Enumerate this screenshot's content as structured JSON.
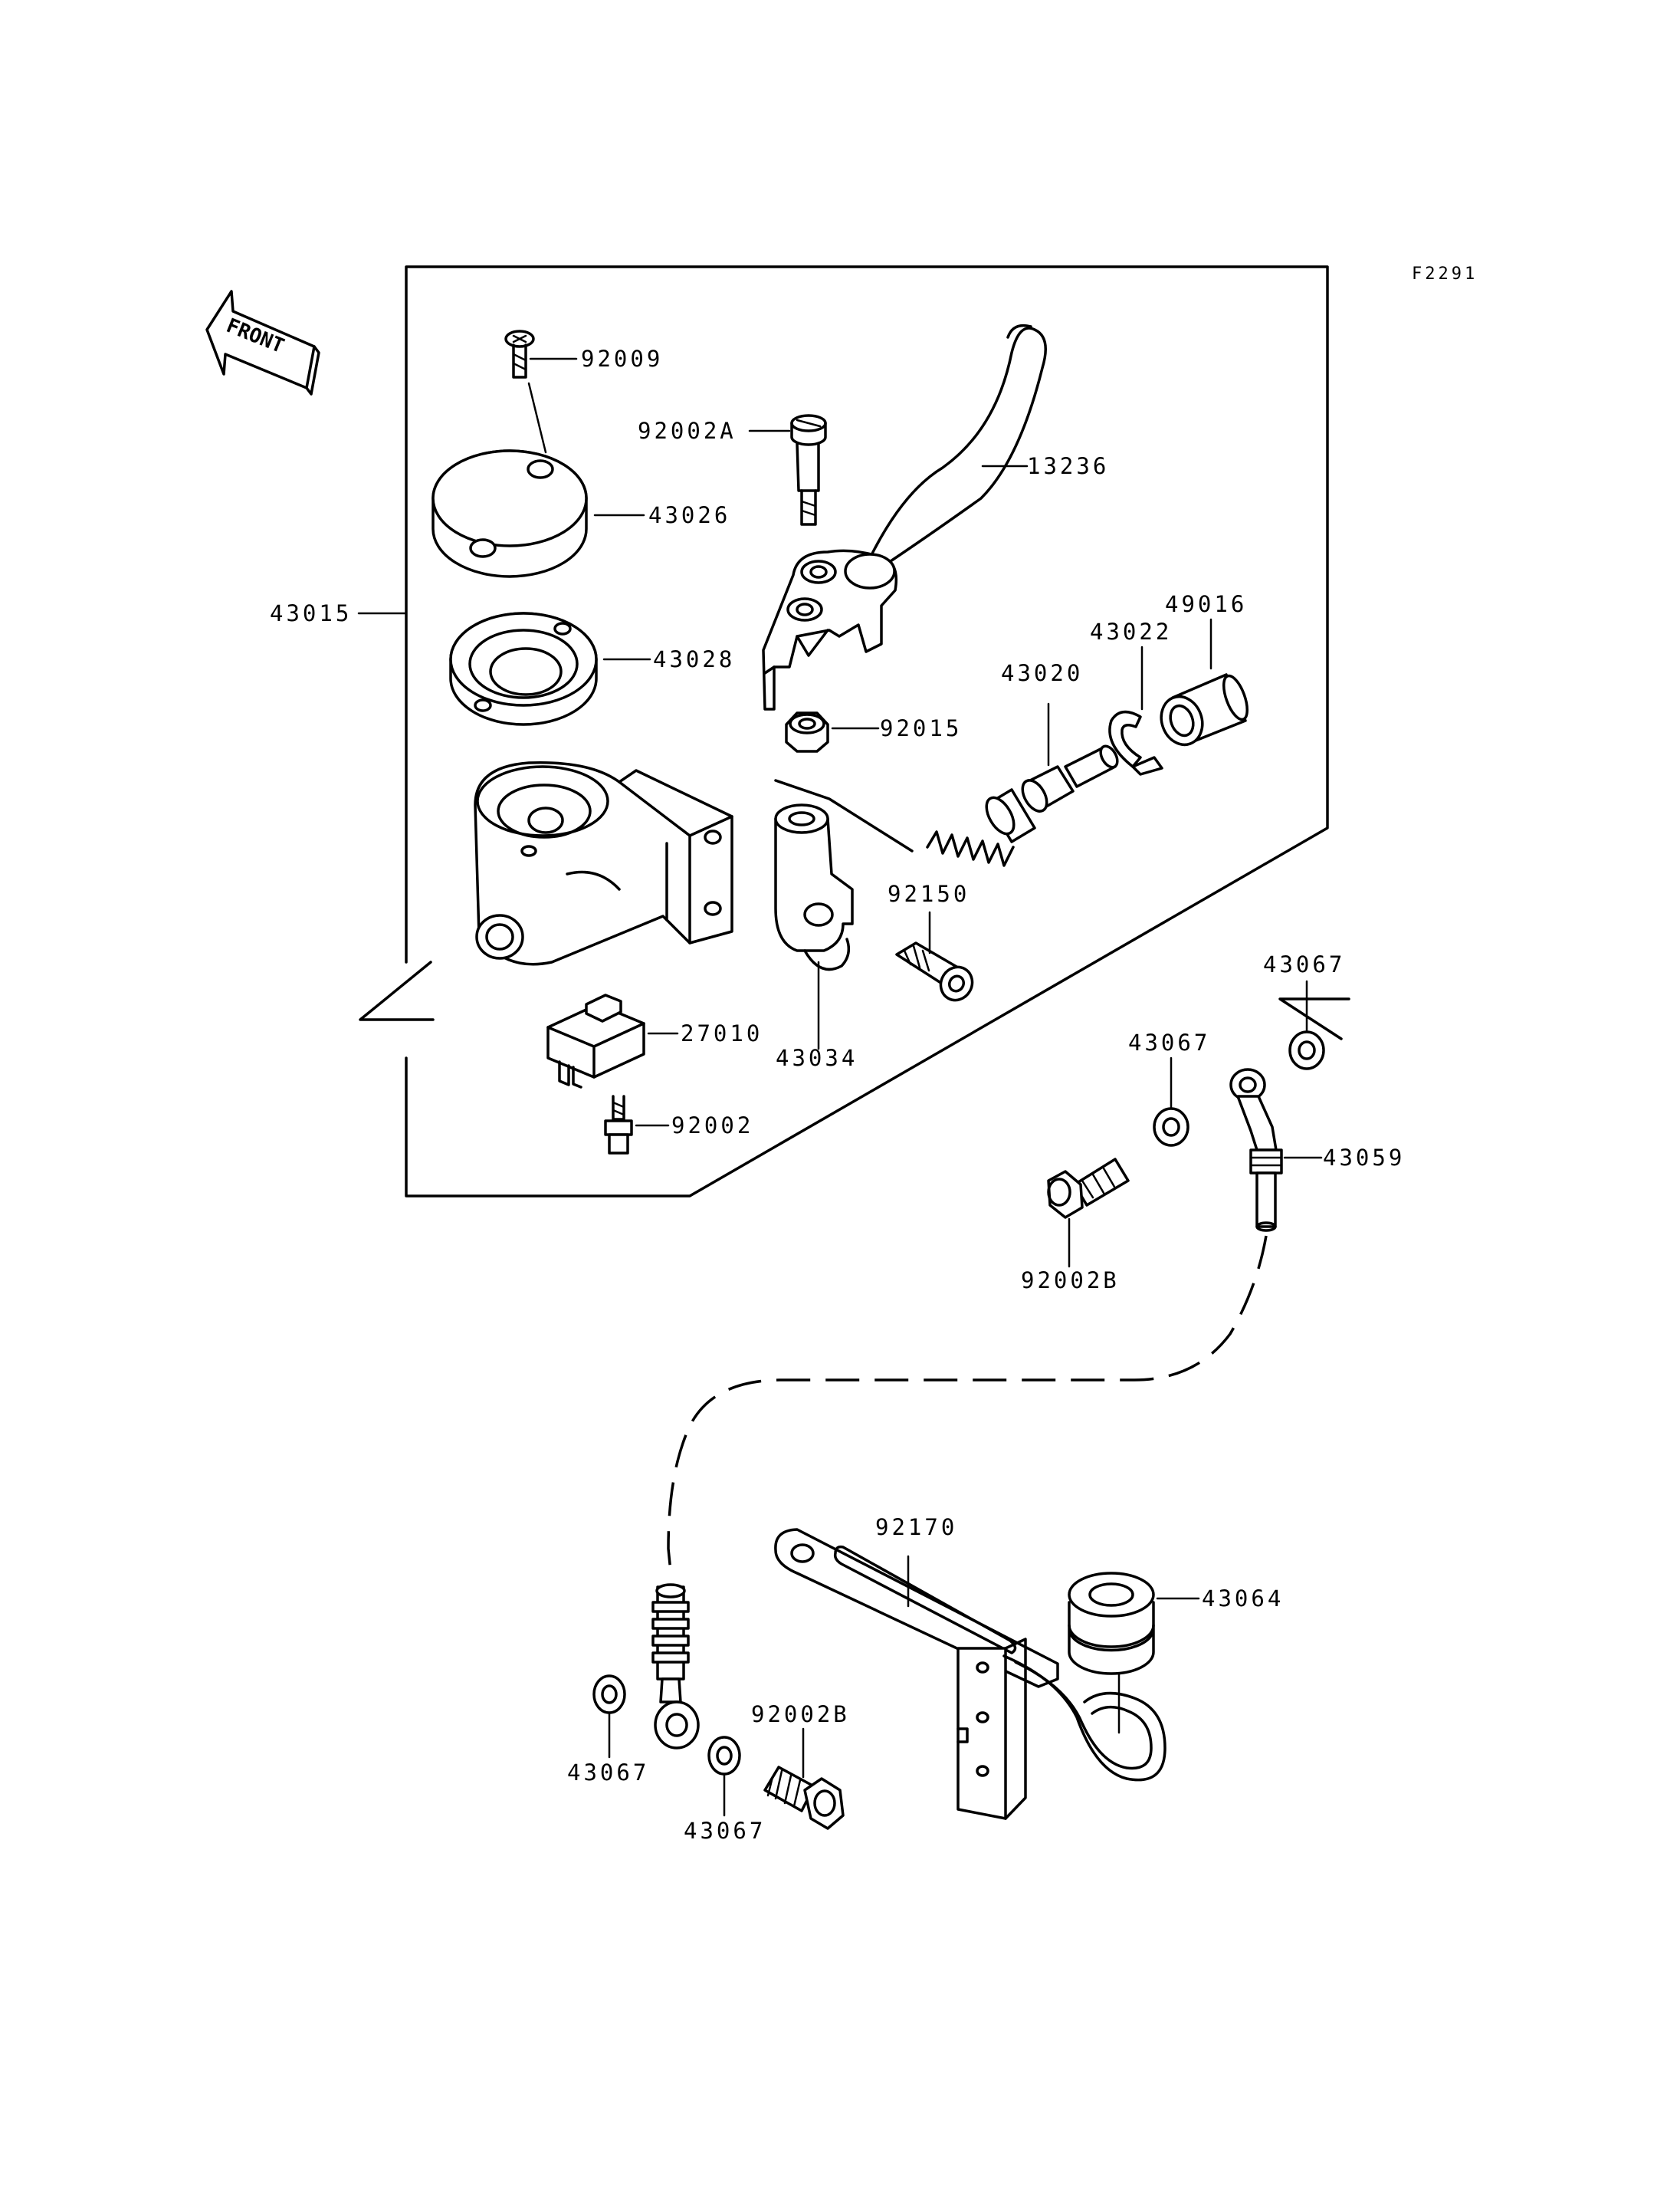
{
  "figure_code": "F2291",
  "front_arrow": {
    "text": "FRONT"
  },
  "parts": {
    "p92009": "92009",
    "p92002A": "92002A",
    "p13236": "13236",
    "p43026": "43026",
    "p43015": "43015",
    "p43028": "43028",
    "p43022": "43022",
    "p49016": "49016",
    "p43020": "43020",
    "p92015": "92015",
    "p92150": "92150",
    "p43067a": "43067",
    "p43067b": "43067",
    "p27010": "27010",
    "p43034": "43034",
    "p92002": "92002",
    "p43059": "43059",
    "p92002B_a": "92002B",
    "p92170": "92170",
    "p43064": "43064",
    "p92002B_b": "92002B",
    "p43067c": "43067",
    "p43067d": "43067"
  }
}
